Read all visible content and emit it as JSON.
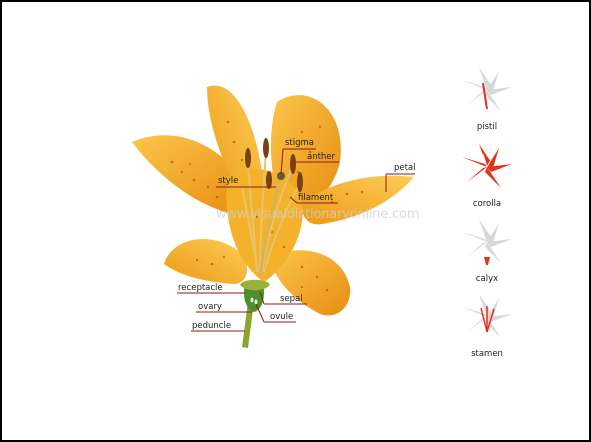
{
  "watermark": "www.visualdictionaryonline.com",
  "labels": {
    "stigma": "stigma",
    "anther": "anther",
    "petal": "petal",
    "style": "style",
    "filament": "filament",
    "receptacle": "receptacle",
    "ovary": "ovary",
    "sepal": "sepal",
    "ovule": "ovule",
    "peduncle": "peduncle"
  },
  "side_items": [
    {
      "label": "pistil"
    },
    {
      "label": "corolla"
    },
    {
      "label": "calyx"
    },
    {
      "label": "stamen"
    }
  ],
  "colors": {
    "petal_light": "#f7b733",
    "petal_dark": "#e8900f",
    "highlight_red": "#e2321c",
    "leader_line": "#8b1a1a",
    "ghost_flower": "#d6d8da"
  }
}
